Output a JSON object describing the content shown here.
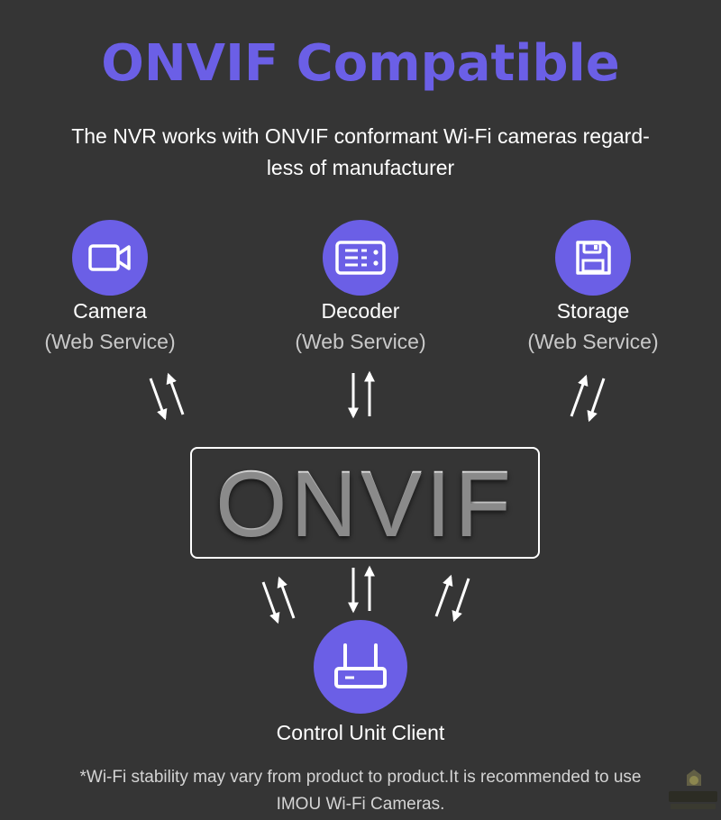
{
  "title": "ONVIF Compatible",
  "subtitle_line1": "The NVR works with ONVIF conformant Wi-Fi cameras regard-",
  "subtitle_line2": "less of manufacturer",
  "nodes": {
    "camera": {
      "label": "Camera",
      "sub": "(Web Service)",
      "icon": "video-camera-icon"
    },
    "decoder": {
      "label": "Decoder",
      "sub": "(Web Service)",
      "icon": "decoder-icon"
    },
    "storage": {
      "label": "Storage",
      "sub": "(Web Service)",
      "icon": "floppy-disk-icon"
    },
    "client": {
      "label": "Control Unit Client",
      "icon": "router-icon"
    }
  },
  "center_label": "ONVIF",
  "footnote_line1": "*Wi-Fi stability may vary from product to product.It is recommended to use",
  "footnote_line2": "IMOU Wi-Fi Cameras.",
  "colors": {
    "accent": "#6b5fe6",
    "background": "#353535"
  }
}
